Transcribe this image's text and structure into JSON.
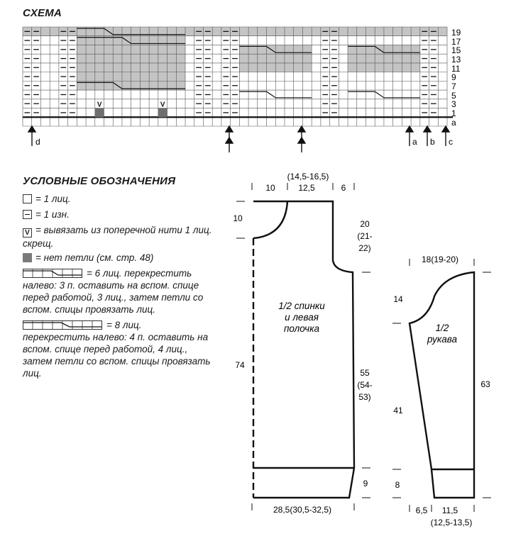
{
  "chart": {
    "title": "СХЕМА",
    "row_labels": [
      "19",
      "17",
      "15",
      "13",
      "11",
      "9",
      "7",
      "5",
      "3",
      "1",
      "a"
    ],
    "arrow_labels": {
      "d": "d",
      "a": "a",
      "b": "b",
      "c": "c"
    }
  },
  "legend": {
    "title": "УСЛОВНЫЕ ОБОЗНАЧЕНИЯ",
    "knit": "= 1 лиц.",
    "purl": "= 1 изн.",
    "increase": "= вывязать из поперечной нити 1 лиц. скрещ.",
    "no_stitch": "= нет петли (см. стр. 48)",
    "cable6": "= 6 лиц. перекрестить налево: 3 п. оставить на вспом. спице перед работой, 3 лиц., затем петли со вспом. спицы провязать лиц.",
    "cable8_first": "= 8 лиц.",
    "cable8_rest": "перекрестить налево: 4 п. оставить на вспом. спице перед работой, 4 лиц., затем петли со вспом. спицы провязать лиц."
  },
  "body_piece": {
    "label_line1": "1/2 спинки",
    "label_line2": "и левая",
    "label_line3": "полочка",
    "top_total": "(14,5-16,5)",
    "top_left": "10",
    "top_mid": "12,5",
    "top_right": "6",
    "neck_depth": "10",
    "armhole_1": "20",
    "armhole_2": "(21-",
    "armhole_3": "22)",
    "height": "74",
    "side_1": "55",
    "side_2": "(54-",
    "side_3": "53)",
    "rib": "9",
    "width": "28,5(30,5-32,5)"
  },
  "sleeve_piece": {
    "label_line1": "1/2",
    "label_line2": "рукава",
    "top_width": "18(19-20)",
    "cap_height": "14",
    "length": "41",
    "total_length": "63",
    "cuff": "8",
    "bottom_left": "6,5",
    "bottom_right": "11,5",
    "bottom_alt": "(12,5-13,5)"
  }
}
